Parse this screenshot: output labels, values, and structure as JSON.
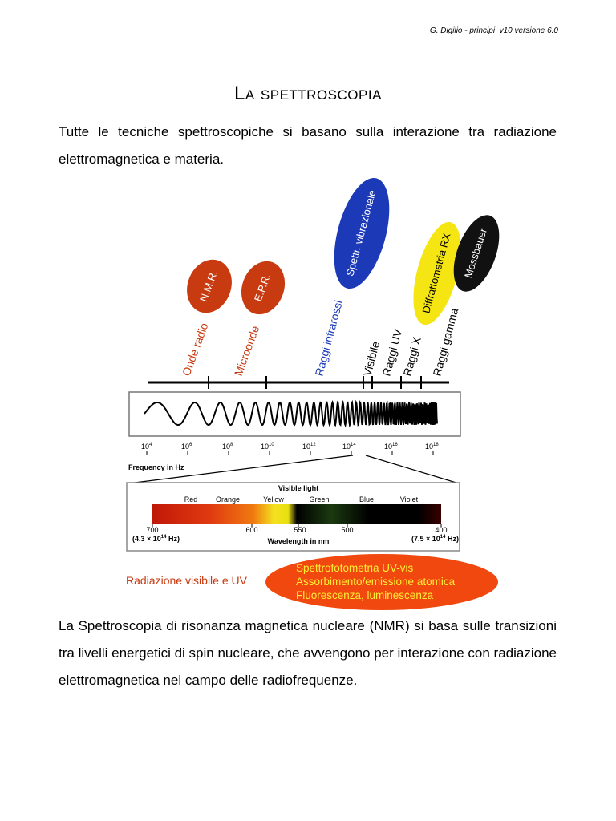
{
  "header": {
    "note": "G. Digilio - principi_v10 versione 6.0"
  },
  "title": "La spettroscopia",
  "intro": "Tutte le tecniche spettroscopiche si basano sulla interazione tra radiazione elettromagnetica e materia.",
  "spectrum": {
    "regions": [
      "Onde radio",
      "Microonde",
      "Raggi infrarossi",
      "Visibile",
      "Raggi UV",
      "Raggi X",
      "Raggi gamma"
    ],
    "techniques": [
      "N.M.R.",
      "E.P.R.",
      "Spettr. vibrazionale",
      "Diffrattometria RX",
      "Mossbauer"
    ],
    "frequency_ticks": [
      "10",
      "10",
      "10",
      "10",
      "10",
      "10",
      "10",
      "10"
    ],
    "frequency_exponents": [
      "4",
      "6",
      "8",
      "10",
      "12",
      "14",
      "16",
      "18"
    ],
    "frequency_label": "Frequency in Hz",
    "visible": {
      "title": "Visible light",
      "colors": [
        "Red",
        "Orange",
        "Yellow",
        "Green",
        "Blue",
        "Violet"
      ],
      "wavelengths": [
        "700",
        "600",
        "550",
        "500",
        "400"
      ],
      "wavelength_label": "Wavelength in nm",
      "left_freq": "(4.3 × 10",
      "left_freq_exp": "14",
      "left_freq_unit": " Hz)",
      "right_freq": "(7.5 × 10",
      "right_freq_exp": "14",
      "right_freq_unit": " Hz)"
    },
    "uv_label": "Radiazione visibile e UV",
    "uv_techniques": [
      "Spettrofotometria UV-vis",
      "Assorbimento/emissione atomica",
      "Fluorescenza, luminescenza"
    ]
  },
  "nmr_paragraph": "La Spettroscopia di risonanza magnetica nucleare (NMR) si basa sulle transizioni tra livelli energetici di spin nucleare, che avvengono per interazione con radiazione elettromagnetica nel campo delle radiofrequenze."
}
